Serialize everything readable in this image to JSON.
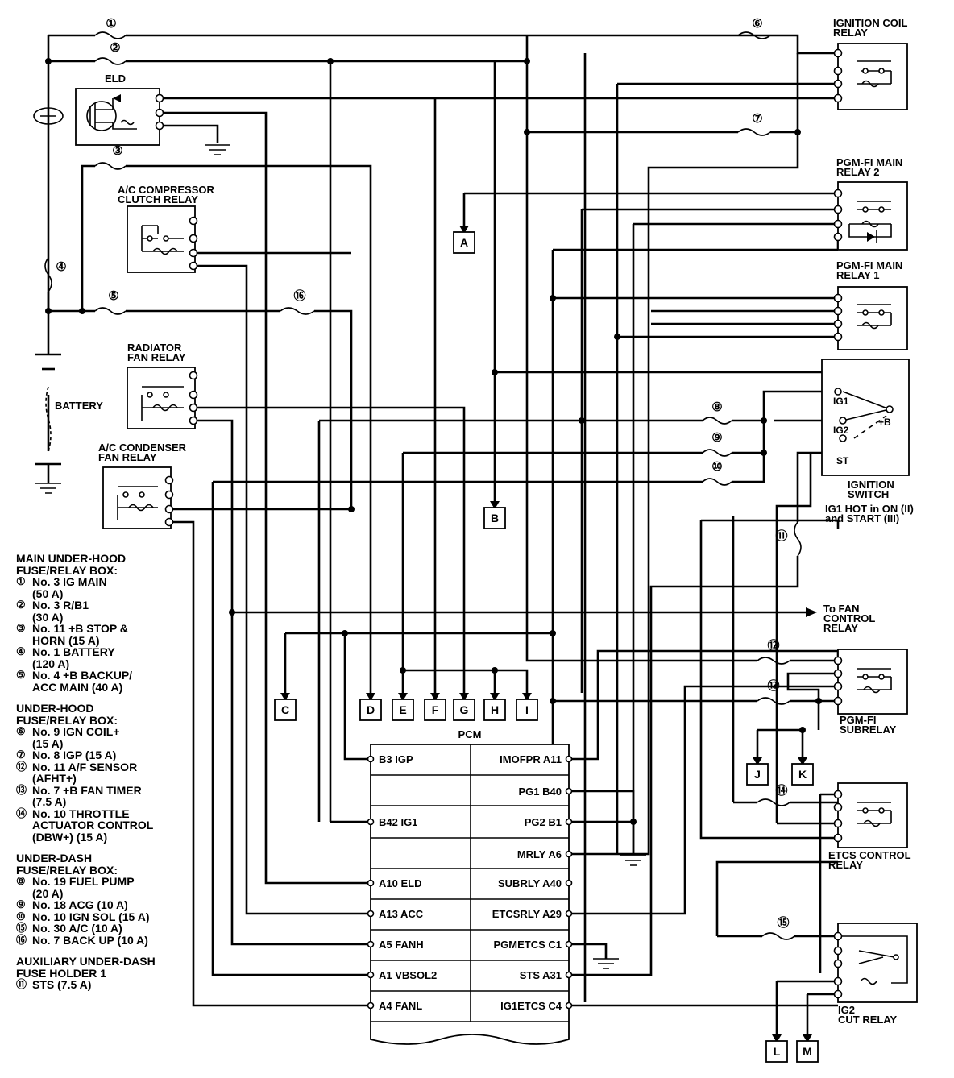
{
  "components": {
    "eld": "ELD",
    "battery": "BATTERY",
    "ac_compressor_relay": [
      "A/C COMPRESSOR",
      "CLUTCH RELAY"
    ],
    "radiator_fan_relay": [
      "RADIATOR",
      "FAN RELAY"
    ],
    "ac_condenser_relay": [
      "A/C CONDENSER",
      "FAN RELAY"
    ],
    "ignition_coil_relay": [
      "IGNITION COIL",
      "RELAY"
    ],
    "pgmfi_main_relay_2": [
      "PGM-FI MAIN",
      "RELAY 2"
    ],
    "pgmfi_main_relay_1": [
      "PGM-FI MAIN",
      "RELAY 1"
    ],
    "ignition_switch": [
      "IGNITION",
      "SWITCH"
    ],
    "ignition_note": [
      "IG1 HOT in ON (II)",
      "and START (III)"
    ],
    "fan_control": [
      "To FAN",
      "CONTROL",
      "RELAY"
    ],
    "pgmfi_subrelay": [
      "PGM-FI",
      "SUBRELAY"
    ],
    "etcs_relay": [
      "ETCS CONTROL",
      "RELAY"
    ],
    "ig2_cut_relay": [
      "IG2",
      "CUT RELAY"
    ],
    "pcm": "PCM"
  },
  "switch_terminals": {
    "ig1": "IG1",
    "ig2": "IG2",
    "st": "ST",
    "b": "+B"
  },
  "fuse_numbers": [
    "①",
    "②",
    "③",
    "④",
    "⑤",
    "⑥",
    "⑦",
    "⑧",
    "⑨",
    "⑩",
    "⑪",
    "⑫",
    "⑬",
    "⑭",
    "⑮",
    "⑯"
  ],
  "connectors": [
    "A",
    "B",
    "C",
    "D",
    "E",
    "F",
    "G",
    "H",
    "I",
    "J",
    "K",
    "L",
    "M"
  ],
  "pcm_left": [
    "B3 IGP",
    "",
    "B42 IG1",
    "",
    "A10 ELD",
    "A13 ACC",
    "A5 FANH",
    "A1 VBSOL2",
    "A4 FANL"
  ],
  "pcm_right": [
    "IMOFPR A11",
    "PG1 B40",
    "PG2 B1",
    "MRLY A6",
    "SUBRLY A40",
    "ETCSRLY A29",
    "PGMETCS C1",
    "STS A31",
    "IG1ETCS C4"
  ],
  "legend": [
    {
      "heading": [
        "MAIN UNDER-HOOD",
        "FUSE/RELAY BOX:"
      ],
      "items": [
        {
          "num": "①",
          "lines": [
            "No. 3 IG MAIN",
            "(50 A)"
          ]
        },
        {
          "num": "②",
          "lines": [
            "No. 3 R/B1",
            "(30 A)"
          ]
        },
        {
          "num": "③",
          "lines": [
            "No. 11 +B STOP &",
            "HORN (15 A)"
          ]
        },
        {
          "num": "④",
          "lines": [
            "No. 1 BATTERY",
            "(120 A)"
          ]
        },
        {
          "num": "⑤",
          "lines": [
            "No. 4 +B BACKUP/",
            "ACC MAIN (40 A)"
          ]
        }
      ]
    },
    {
      "heading": [
        "UNDER-HOOD",
        "FUSE/RELAY BOX:"
      ],
      "items": [
        {
          "num": "⑥",
          "lines": [
            "No. 9 IGN COIL+",
            "(15 A)"
          ]
        },
        {
          "num": "⑦",
          "lines": [
            "No. 8 IGP (15 A)"
          ]
        },
        {
          "num": "⑫",
          "lines": [
            "No. 11 A/F SENSOR",
            "(AFHT+)"
          ]
        },
        {
          "num": "⑬",
          "lines": [
            "No. 7 +B FAN TIMER",
            "(7.5 A)"
          ]
        },
        {
          "num": "⑭",
          "lines": [
            "No. 10 THROTTLE",
            "ACTUATOR CONTROL",
            "(DBW+) (15 A)"
          ]
        }
      ]
    },
    {
      "heading": [
        "UNDER-DASH",
        "FUSE/RELAY BOX:"
      ],
      "items": [
        {
          "num": "⑧",
          "lines": [
            "No. 19 FUEL PUMP",
            "(20 A)"
          ]
        },
        {
          "num": "⑨",
          "lines": [
            "No. 18 ACG (10 A)"
          ]
        },
        {
          "num": "⑩",
          "lines": [
            "No. 10 IGN SOL (15 A)"
          ]
        },
        {
          "num": "⑮",
          "lines": [
            "No. 30 A/C (10 A)"
          ]
        },
        {
          "num": "⑯",
          "lines": [
            "No. 7 BACK UP (10 A)"
          ]
        }
      ]
    },
    {
      "heading": [
        "AUXILIARY UNDER-DASH",
        "FUSE HOLDER 1"
      ],
      "items": [
        {
          "num": "⑪",
          "lines": [
            "STS (7.5 A)"
          ]
        }
      ]
    }
  ]
}
